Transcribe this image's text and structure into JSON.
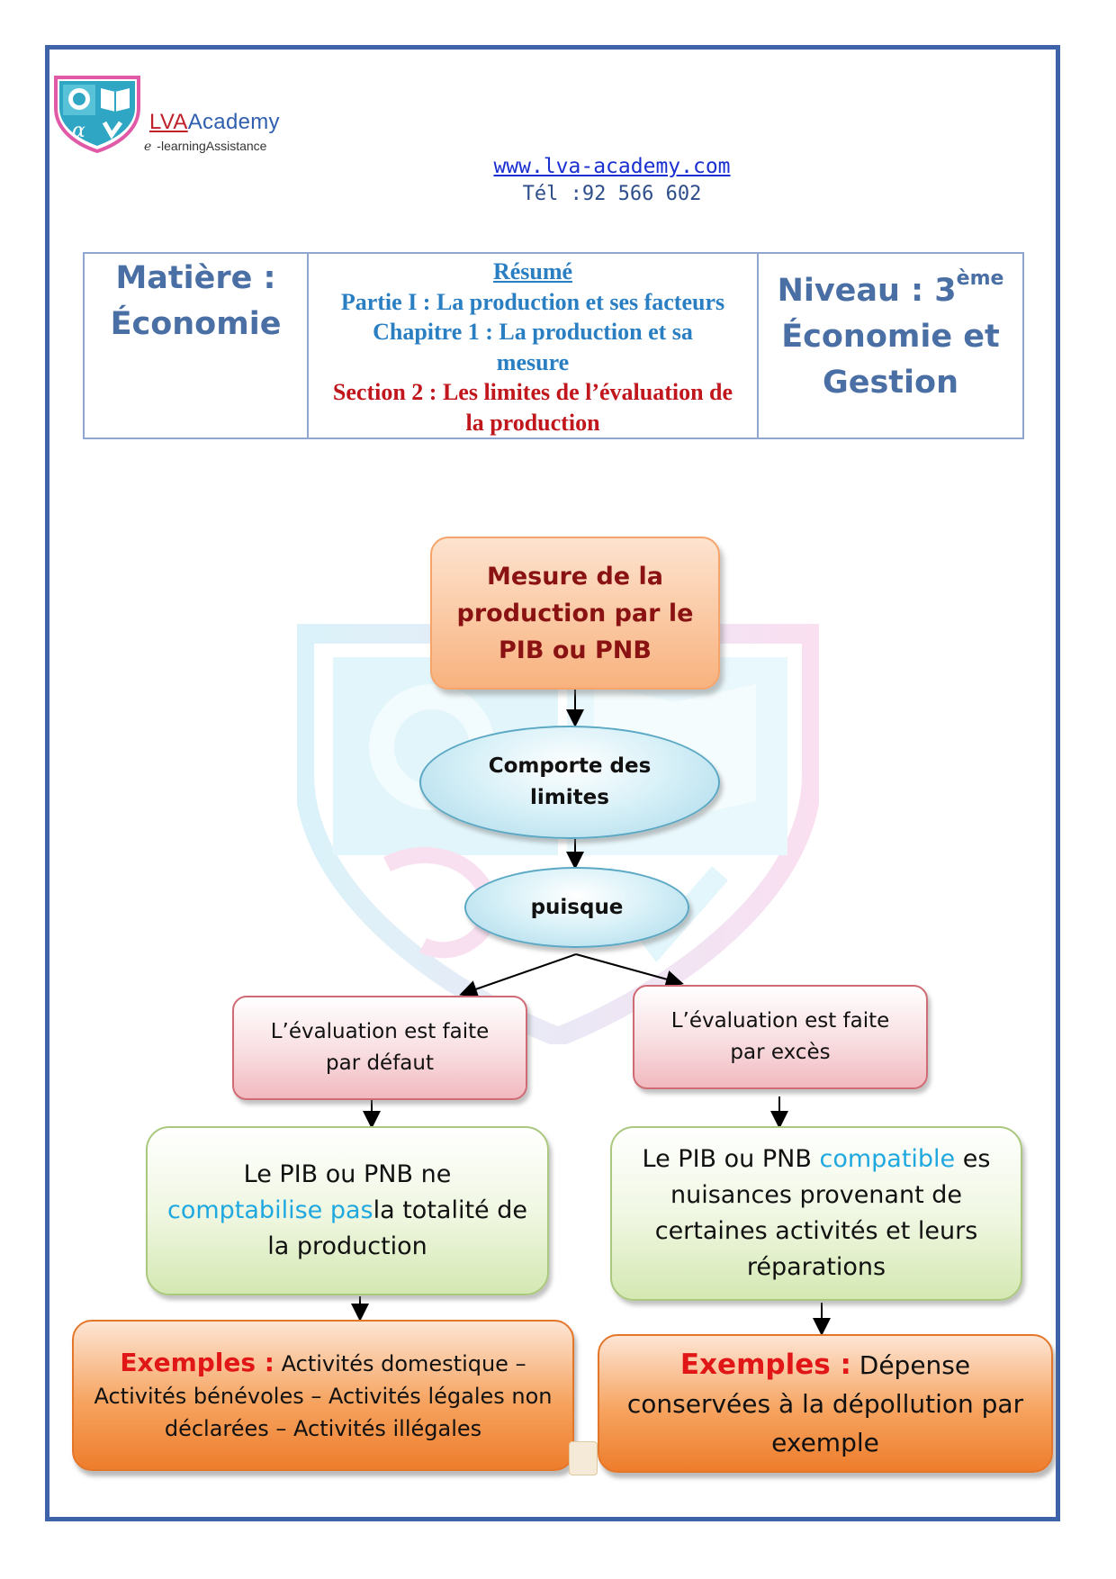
{
  "header": {
    "brand_prefix": "LVA",
    "brand_suffix": "Academy",
    "tagline_e": "e",
    "tagline_rest": "-learningAssistance",
    "website": "www.lva-academy.com",
    "phone": "Tél :92 566 602"
  },
  "info_table": {
    "subject_line1": "Matière :",
    "subject_line2": "Économie",
    "resume_label": "Résumé",
    "partie": "Partie I : La production et ses facteurs",
    "chapitre": "Chapitre 1 : La production et sa mesure",
    "section": "Section 2 : Les limites de l’évaluation de la production",
    "niveau_prefix": "Niveau : 3",
    "niveau_sup": "ème",
    "niveau_line2": "Économie et",
    "niveau_line3": "Gestion"
  },
  "diagram": {
    "top_box": "Mesure de la production par le PIB ou PNB",
    "ellipse_1": "Comporte des limites",
    "ellipse_2": "puisque",
    "left_branch": {
      "eval": "L’évaluation est faite par défaut",
      "desc_before": "Le PIB ou PNB ne ",
      "desc_highlight": "comptabilise pas",
      "desc_after": "la totalité de la production",
      "examples_label": "Exemples :",
      "examples_text": " Activités domestique – Activités bénévoles – Activités légales non déclarées – Activités illégales"
    },
    "right_branch": {
      "eval": "L’évaluation est faite par excès",
      "desc_before": "Le PIB ou PNB ",
      "desc_highlight": "compatible",
      "desc_after": " es nuisances provenant de certaines activités et leurs réparations",
      "examples_label": "Exemples :",
      "examples_text": " Dépense conservées à la dépollution par exemple"
    }
  },
  "colors": {
    "frame": "#3f63a8",
    "header_text": "#4a6fa5",
    "highlight_cyan": "#1fa8e0",
    "examples_red": "#e11616"
  }
}
